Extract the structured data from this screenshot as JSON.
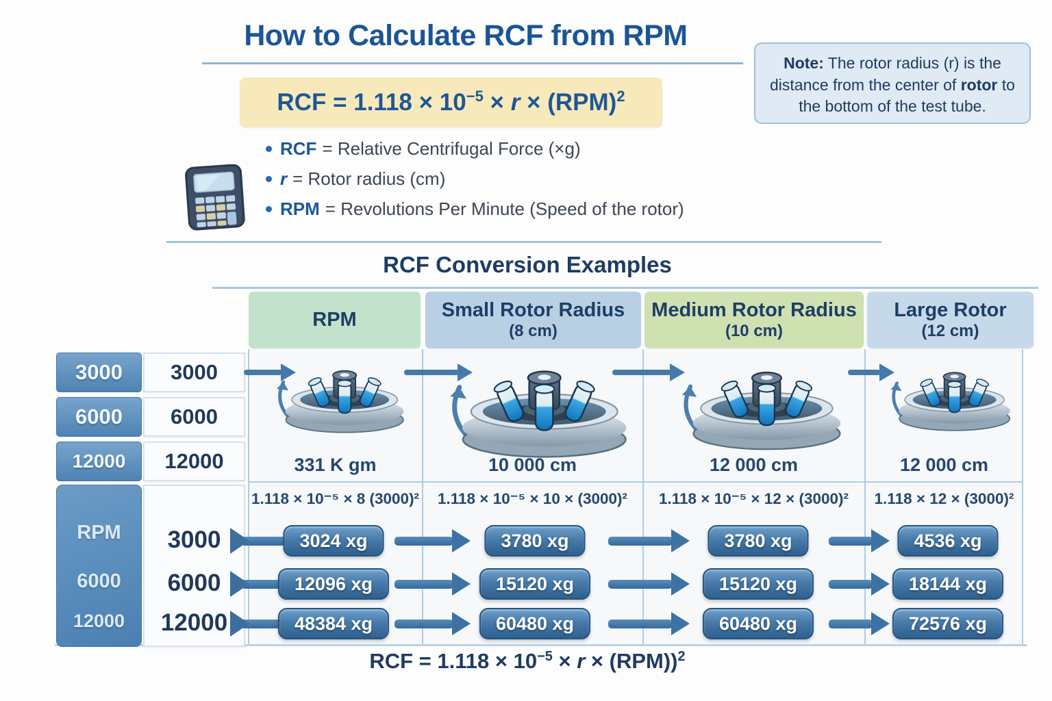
{
  "colors": {
    "title_blue": "#1b5594",
    "navy": "#1e3b62",
    "formula_box_bg": "#f8e9bb",
    "note_bg": "#dfeaf4",
    "note_border": "#9cc0db",
    "header_rpm_bg": "#c3e2cb",
    "header_small_bg": "#b9cfe4",
    "header_medium_bg": "#cfe0b1",
    "header_large_bg": "#c6d9ea",
    "cell_blue": "#5b90bf",
    "pill_blue": "#2e6090",
    "arrow_blue": "#4579ab",
    "line_blue": "#aecce4"
  },
  "header": {
    "title": "How to Calculate RCF from RPM",
    "formula": {
      "pre": "RCF = 1.118 × 10",
      "exp": "−5",
      "mid": " × ",
      "var": "r",
      "post": " × (RPM)",
      "exp2": "2"
    },
    "note": {
      "label": "Note:",
      "t1": " The rotor radius (r) is the distance from the center of ",
      "bold": "rotor",
      "t2": " to the bottom of the test tube."
    },
    "definitions": [
      {
        "term": "RCF",
        "rest": "= Relative Centrifugal Force (×g)"
      },
      {
        "term": "r",
        "rest": "= Rotor radius (cm)"
      },
      {
        "term": "RPM",
        "rest": "= Revolutions Per Minute (Speed of the rotor)"
      }
    ]
  },
  "examples": {
    "section_title": "RCF Conversion Examples",
    "column_headers": [
      {
        "label": "RPM",
        "sub": ""
      },
      {
        "label": "Small Rotor Radius",
        "sub": "(8 cm)"
      },
      {
        "label": "Medium Rotor Radius",
        "sub": "(10 cm)"
      },
      {
        "label": "Large Rotor",
        "sub": "(12 cm)"
      }
    ],
    "rpm_list_left": [
      "3000",
      "6000",
      "12000"
    ],
    "rpm_list_values": [
      "3000",
      "6000",
      "12000"
    ],
    "rotor_captions": [
      "331 K gm",
      "10 000 cm",
      "12 000 cm",
      "12 000 cm"
    ],
    "calc_formulas": [
      "1.118 × 10⁻⁵ × 8 (3000)²",
      "1.118 × 10⁻⁵ × 10 × (3000)²",
      "1.118 × 10⁻⁵ × 12 × (3000)²",
      "1.118 × 12 × (3000)²"
    ],
    "bottom_left_labels": [
      "RPM",
      "6000",
      "12000"
    ],
    "bottom_rpm_values": [
      "3000",
      "6000",
      "12000"
    ],
    "rcf_rows": [
      [
        "3024 xg",
        "3780 xg",
        "3780 xg",
        "4536 xg"
      ],
      [
        "12096 xg",
        "15120 xg",
        "15120 xg",
        "18144 xg"
      ],
      [
        "48384 xg",
        "60480 xg",
        "60480 xg",
        "72576 xg"
      ]
    ]
  },
  "footer_formula": {
    "pre": "RCF = 1.118 × 10",
    "exp": "−5",
    "mid": " × ",
    "var": "r",
    "post": " × (RPM))",
    "exp2": "2"
  }
}
